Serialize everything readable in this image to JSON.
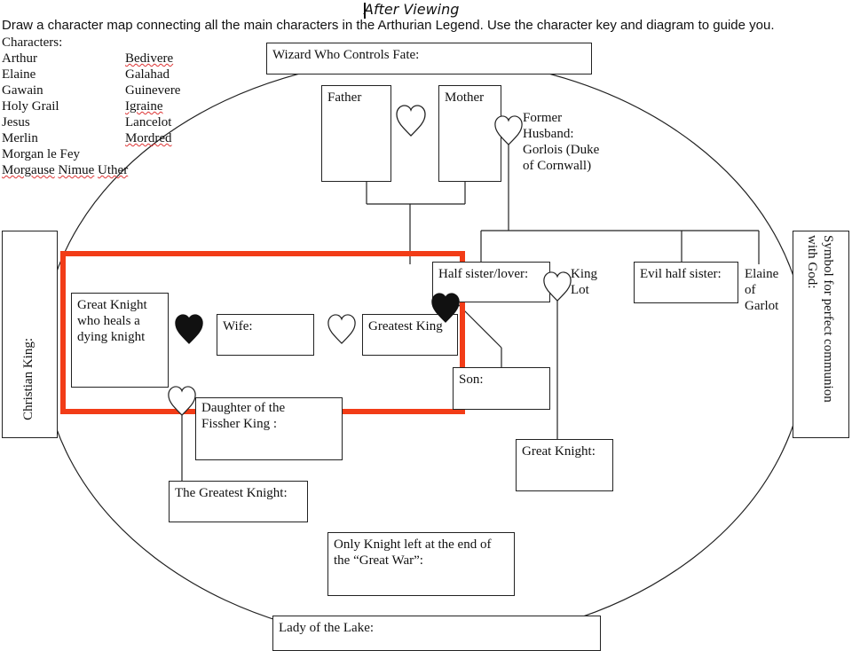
{
  "title": "After Viewing",
  "instructions": "Draw a character map connecting all the main characters in the Arthurian Legend. Use the character key and diagram to guide you.",
  "characters_label": "Characters:",
  "characters_col1": [
    "Arthur",
    "Elaine",
    "Gawain",
    "Holy Grail",
    "Jesus",
    "Merlin",
    "Morgan le Fey",
    "Morgause",
    "Nimue",
    "Uther"
  ],
  "characters_col2": [
    "Bedivere",
    "Galahad",
    "Guinevere",
    "Igraine",
    "Lancelot",
    "Mordred"
  ],
  "boxes": {
    "wizard": "Wizard Who Controls Fate:",
    "father": "Father",
    "mother": "Mother",
    "former_husband": "Former\nHusband:\nGorlois (Duke\nof Cornwall)",
    "christian_king": "Christian King:",
    "symbol_god": "Symbol for perfect communion\nwith God:",
    "great_knight_heals": "Great Knight\nwho heals a\ndying knight",
    "wife": "Wife:",
    "greatest_king": "Greatest King",
    "half_sister_lover": "Half sister/lover:",
    "king_lot": "King\nLot",
    "evil_half_sister": "Evil half sister:",
    "elaine_garlot": "Elaine\nof\nGarlot",
    "son": "Son:",
    "daughter_fisher_king": "Daughter of the\nFissher King :",
    "great_knight": "Great Knight:",
    "greatest_knight": "The Greatest Knight:",
    "only_knight": "Only Knight left at the end of\nthe “Great War”:",
    "lady_lake": "Lady of the Lake:"
  },
  "colors": {
    "highlight": "#f23c17",
    "line": "#222222",
    "misspelling": "#dd3333"
  },
  "icons": [
    "heart-outline-icon",
    "heart-filled-icon"
  ]
}
